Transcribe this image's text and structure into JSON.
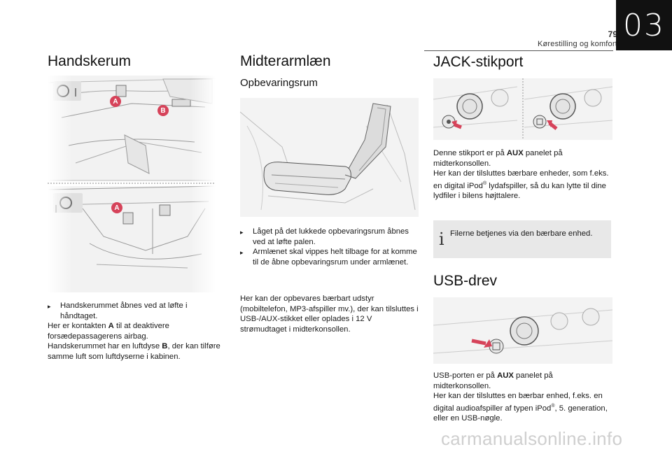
{
  "header": {
    "page_number": "79",
    "section_title": "Kørestilling og komfort",
    "chapter": "03"
  },
  "col1": {
    "title": "Handskerum",
    "callouts": {
      "a": "A",
      "b": "B",
      "a2": "A"
    },
    "bullet": "Handskerummet åbnes ved at løfte i håndtaget.",
    "p1_pre": "Her er kontakten ",
    "p1_bold": "A",
    "p1_post": " til at deaktivere forsædepassagerens airbag.",
    "p2_pre": "Handskerummet har en luftdyse ",
    "p2_bold": "B",
    "p2_post": ", der kan tilføre samme luft som luftdyserne i kabinen."
  },
  "col2": {
    "title": "Midterarmlæn",
    "subtitle": "Opbevaringsrum",
    "bullet1": "Låget på det lukkede opbevaringsrum åbnes ved at løfte palen.",
    "bullet2": "Armlænet skal vippes helt tilbage for at komme til de åbne opbevaringsrum under armlænet.",
    "para": "Her kan der opbevares bærbart udstyr (mobiltelefon, MP3-afspiller mv.), der kan tilsluttes i USB-/AUX-stikket eller oplades i 12 V strømudtaget i midterkonsollen."
  },
  "col3": {
    "jack_title": "JACK-stikport",
    "jack_p1_pre": "Denne stikport er på ",
    "jack_p1_bold": "AUX",
    "jack_p1_post": " panelet på midterkonsollen.",
    "jack_p2_pre": "Her kan der tilsluttes bærbare enheder, som f.eks. en digital iPod",
    "jack_p2_sup": "®",
    "jack_p2_post": " lydafspiller, så du kan lytte til dine lydfiler i bilens højttalere.",
    "note": "Filerne betjenes via den bærbare enhed.",
    "usb_title": "USB-drev",
    "usb_p1_pre": "USB-porten er på ",
    "usb_p1_bold": "AUX",
    "usb_p1_post": " panelet på midterkonsollen.",
    "usb_p2_pre": "Her kan der tilsluttes en bærbar enhed, f.eks. en digital audioafspiller af typen iPod",
    "usb_p2_sup": "®",
    "usb_p2_post": ", 5. generation, eller en USB-nøgle."
  },
  "watermark": "carmanualsonline.info",
  "colors": {
    "callout": "#d6435a",
    "arrow": "#d6435a",
    "chapter_tab": "#111111",
    "note_bg": "#e8e8e8"
  }
}
